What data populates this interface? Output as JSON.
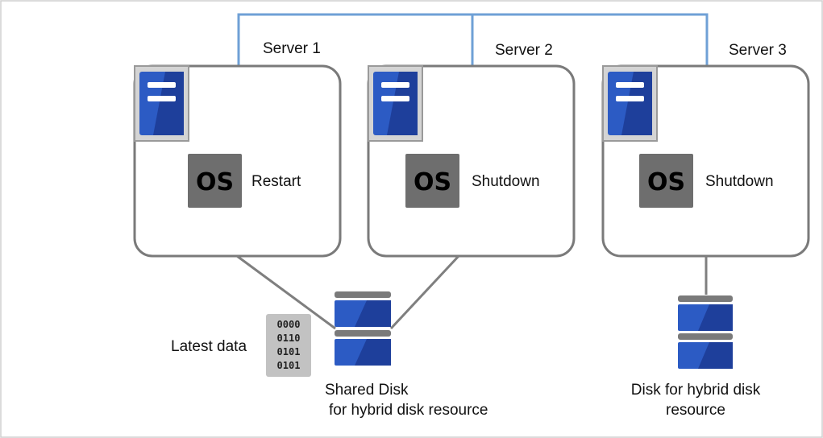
{
  "servers": [
    {
      "name": "Server 1",
      "status": "Restart"
    },
    {
      "name": "Server 2",
      "status": "Shutdown"
    },
    {
      "name": "Server 3",
      "status": "Shutdown"
    }
  ],
  "os_badge_text": "OS",
  "latest_data_label": "Latest data",
  "data_bits": [
    "0000",
    "0110",
    "0101",
    "0101"
  ],
  "shared_disk_label": [
    "Shared Disk",
    "for hybrid disk resource"
  ],
  "hybrid_disk_label": [
    "Disk for hybrid disk",
    "resource"
  ],
  "colors": {
    "network_line": "#6fa0d6",
    "server_border": "#7a7a7a",
    "disk_blue": "#2c5bc4",
    "disk_gray": "#7a7a7a",
    "os_badge": "#6e6e6e",
    "connector": "#7f7f7f"
  }
}
